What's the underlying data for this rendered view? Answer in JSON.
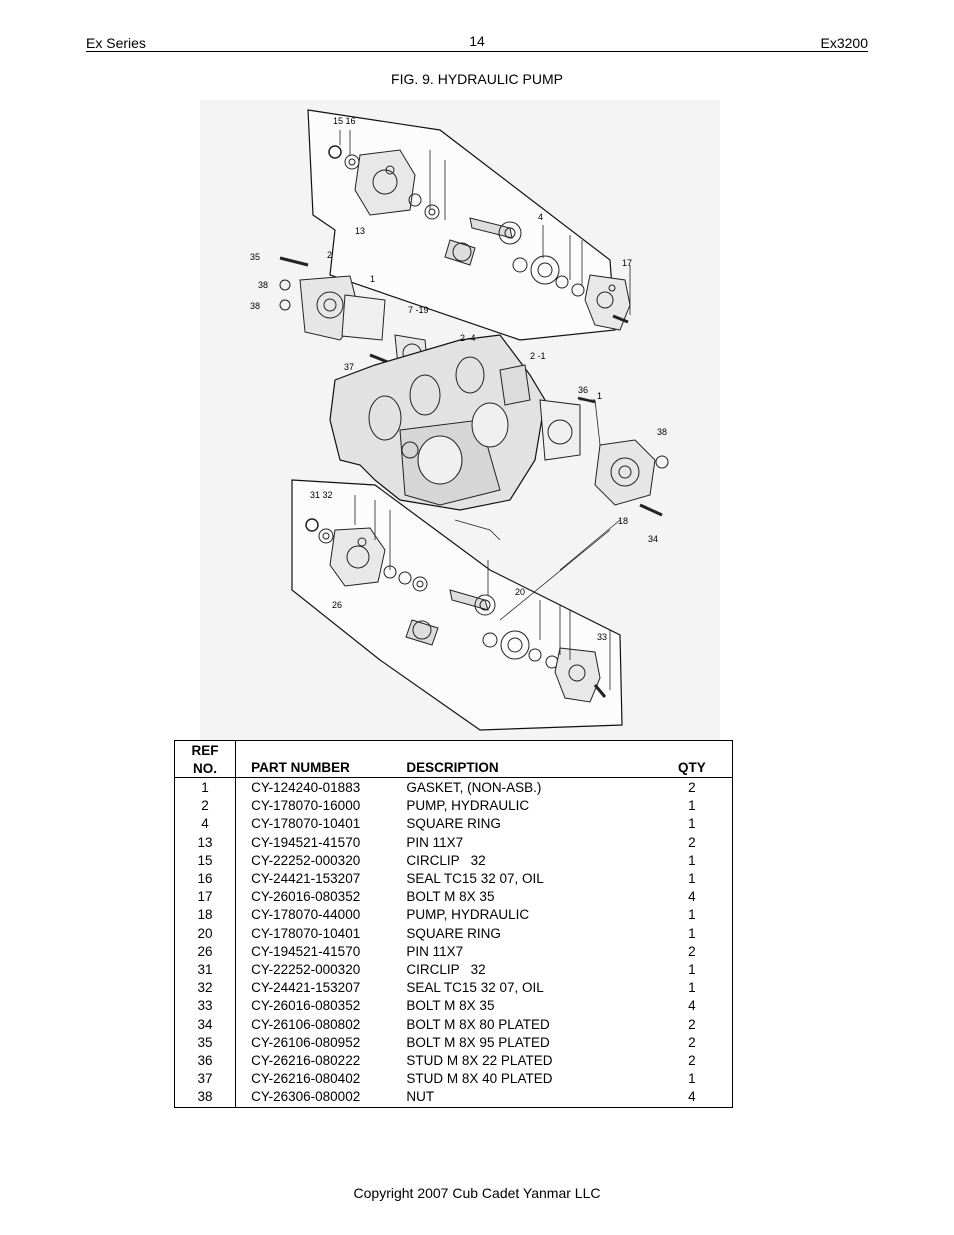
{
  "header": {
    "left": "Ex Series",
    "page_number": "14",
    "right": "Ex3200"
  },
  "figure": {
    "title": "FIG. 9. HYDRAULIC PUMP",
    "callouts": {
      "c15_16": "15 16",
      "c13": "13",
      "c4": "4",
      "c17": "17",
      "c35": "35",
      "c2": "2",
      "c1a": "1",
      "c38a": "38",
      "c38b": "38",
      "c7_19": "7 -19",
      "c2_4": "2 -4",
      "c2_1": "2 -1",
      "c37": "37",
      "c36": "36",
      "c1b": "1",
      "c38c": "38",
      "c18": "18",
      "c34": "34",
      "c31_32": "31 32",
      "c26": "26",
      "c20": "20",
      "c33": "33"
    }
  },
  "table": {
    "headers": {
      "ref_line1": "REF",
      "ref_line2": "NO.",
      "part_number": "PART NUMBER",
      "description": "DESCRIPTION",
      "qty": "QTY"
    },
    "rows": [
      {
        "ref": "1",
        "part": "CY-124240-01883",
        "desc": "GASKET, (NON-ASB.)",
        "qty": "2"
      },
      {
        "ref": "2",
        "part": "CY-178070-16000",
        "desc": "PUMP, HYDRAULIC",
        "qty": "1"
      },
      {
        "ref": "4",
        "part": "CY-178070-10401",
        "desc": "SQUARE RING",
        "qty": "1"
      },
      {
        "ref": "13",
        "part": "CY-194521-41570",
        "desc": "PIN 11X7",
        "qty": "2"
      },
      {
        "ref": "15",
        "part": "CY-22252-000320",
        "desc": "CIRCLIP   32",
        "qty": "1"
      },
      {
        "ref": "16",
        "part": "CY-24421-153207",
        "desc": "SEAL TC15 32 07, OIL",
        "qty": "1"
      },
      {
        "ref": "17",
        "part": "CY-26016-080352",
        "desc": "BOLT M 8X 35",
        "qty": "4"
      },
      {
        "ref": "18",
        "part": "CY-178070-44000",
        "desc": "PUMP, HYDRAULIC",
        "qty": "1"
      },
      {
        "ref": "20",
        "part": "CY-178070-10401",
        "desc": "SQUARE RING",
        "qty": "1"
      },
      {
        "ref": "26",
        "part": "CY-194521-41570",
        "desc": "PIN 11X7",
        "qty": "2"
      },
      {
        "ref": "31",
        "part": "CY-22252-000320",
        "desc": "CIRCLIP   32",
        "qty": "1"
      },
      {
        "ref": "32",
        "part": "CY-24421-153207",
        "desc": "SEAL TC15 32 07, OIL",
        "qty": "1"
      },
      {
        "ref": "33",
        "part": "CY-26016-080352",
        "desc": "BOLT M 8X 35",
        "qty": "4"
      },
      {
        "ref": "34",
        "part": "CY-26106-080802",
        "desc": "BOLT M 8X 80 PLATED",
        "qty": "2"
      },
      {
        "ref": "35",
        "part": "CY-26106-080952",
        "desc": "BOLT M 8X 95 PLATED",
        "qty": "2"
      },
      {
        "ref": "36",
        "part": "CY-26216-080222",
        "desc": "STUD M 8X 22 PLATED",
        "qty": "2"
      },
      {
        "ref": "37",
        "part": "CY-26216-080402",
        "desc": "STUD M 8X 40 PLATED",
        "qty": "1"
      },
      {
        "ref": "38",
        "part": "CY-26306-080002",
        "desc": "NUT",
        "qty": "4"
      }
    ]
  },
  "footer": {
    "copyright": "Copyright 2007 Cub Cadet Yanmar LLC"
  }
}
